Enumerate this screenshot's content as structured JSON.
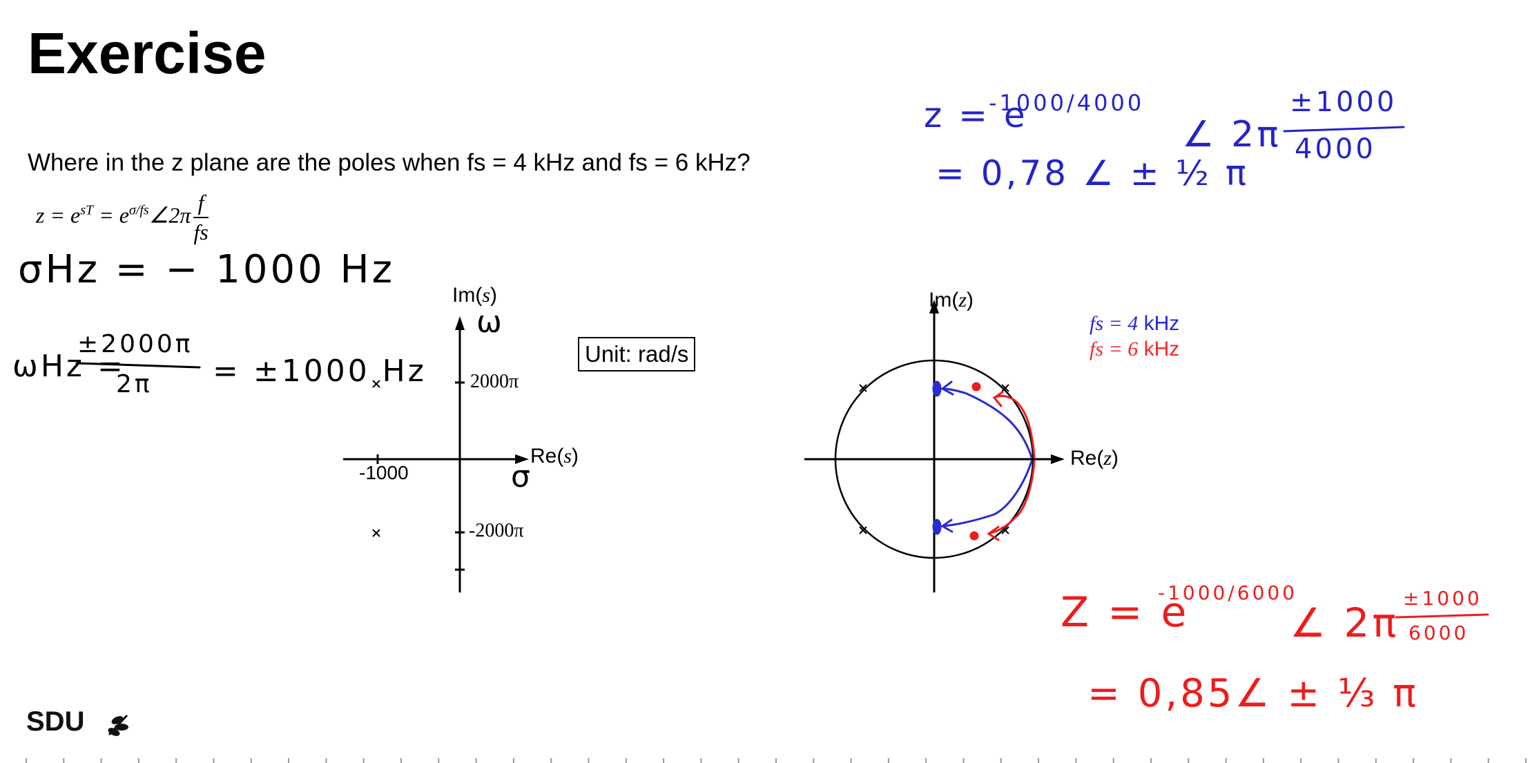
{
  "slide": {
    "title": "Exercise",
    "question": "Where in the z plane are the poles when fs = 4 kHz and fs = 6 kHz?",
    "formula": {
      "lhs": "z = e",
      "exp1": "sT",
      "mid": " = e",
      "exp2": "σ/fs",
      "angle": "∠2π",
      "frac_num": "f",
      "frac_den": "fs"
    },
    "unit_box": "Unit: rad/s"
  },
  "s_plane": {
    "im_label_text": "Im(",
    "im_label_var": "s",
    "im_label_close": ")",
    "re_label_text": "Re(",
    "re_label_var": "s",
    "re_label_close": ")",
    "tick_pos": "2000π",
    "tick_neg": "-2000π",
    "tick_x": "-1000"
  },
  "z_plane": {
    "im_label_text": "Im(",
    "im_label_var": "z",
    "im_label_close": ")",
    "re_label_text": "Re(",
    "re_label_var": "z",
    "re_label_close": ")"
  },
  "legend": {
    "blue_var": "fs = 4",
    "blue_unit": " kHz",
    "red_var": "fs = 6",
    "red_unit": " kHz",
    "blue_color": "#2525d6",
    "red_color": "#ef2a2a"
  },
  "handwriting": {
    "sigma_line": "σHz = − 1000 Hz",
    "omega_lhs": "ωHz =",
    "omega_num": "±2000π",
    "omega_den": "2π",
    "omega_rhs": "= ±1000 Hz",
    "omega_axis": "ω",
    "sigma_axis": "σ",
    "blue_line1_lhs": "z = e",
    "blue_line1_exp": "-1000/4000",
    "blue_line1_angle": "∠ 2π",
    "blue_line1_num": "±1000",
    "blue_line1_den": "4000",
    "blue_line2": "= 0,78 ∠ ± ½ π",
    "red_line1_lhs": "Z = e",
    "red_line1_exp": "-1000/6000",
    "red_line1_angle": "∠ 2π",
    "red_line1_num": "±1000",
    "red_line1_den": "6000",
    "red_line2": "= 0,85∠ ± ⅓ π"
  },
  "footer": {
    "logo_text": "SDU"
  }
}
